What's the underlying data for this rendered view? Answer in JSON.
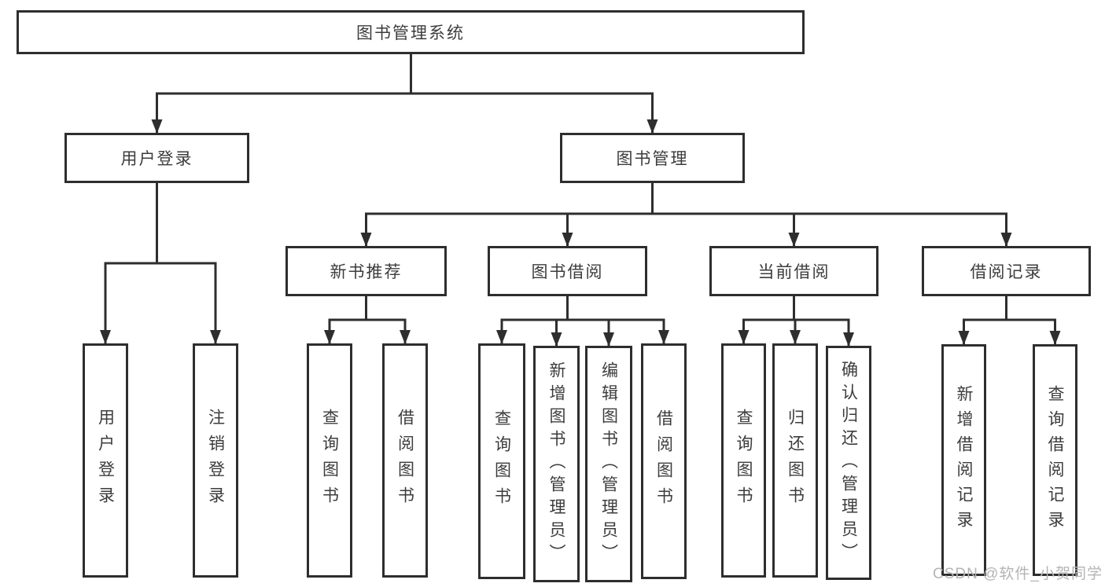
{
  "tree": {
    "label": "图书管理系统",
    "children": [
      {
        "label": "用户登录",
        "children": [
          {
            "label": "用户登录"
          },
          {
            "label": "注销登录"
          }
        ]
      },
      {
        "label": "图书管理",
        "children": [
          {
            "label": "新书推荐",
            "children": [
              {
                "label": "查询图书"
              },
              {
                "label": "借阅图书"
              }
            ]
          },
          {
            "label": "图书借阅",
            "children": [
              {
                "label": "查询图书"
              },
              {
                "label": "新增图书（管理员）"
              },
              {
                "label": "编辑图书（管理员）"
              },
              {
                "label": "借阅图书"
              }
            ]
          },
          {
            "label": "当前借阅",
            "children": [
              {
                "label": "查询图书"
              },
              {
                "label": "归还图书"
              },
              {
                "label": "确认归还（管理员）"
              }
            ]
          },
          {
            "label": "借阅记录",
            "children": [
              {
                "label": "新增借阅记录"
              },
              {
                "label": "查询借阅记录"
              }
            ]
          }
        ]
      }
    ]
  },
  "watermark": "CSDN @软件_小贺同学",
  "colors": {
    "line": "#2e2e2e",
    "text": "#3c3c3c",
    "watermark": "#b4b4b4",
    "background": "#ffffff"
  }
}
